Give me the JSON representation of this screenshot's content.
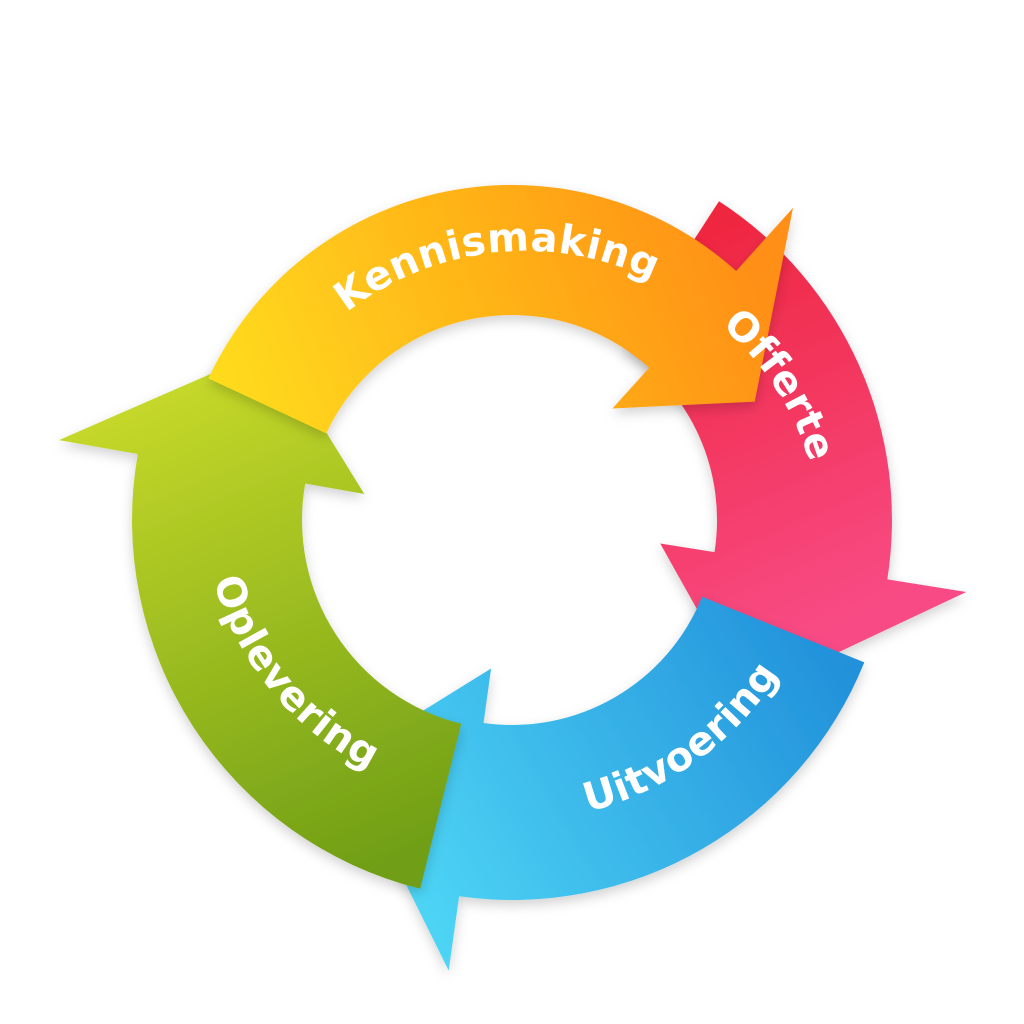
{
  "diagram": {
    "type": "cycle",
    "direction": "clockwise",
    "stages": [
      {
        "id": "kennismaking",
        "label": "Kennismaking",
        "color_start": "#FFE11E",
        "color_end": "#FF8F14"
      },
      {
        "id": "offerte",
        "label": "Offerte",
        "color_start": "#EE2034",
        "color_end": "#F84C86"
      },
      {
        "id": "uitvoering",
        "label": "Uitvoering",
        "color_start": "#1B86D6",
        "color_end": "#4FD7F6"
      },
      {
        "id": "oplevering",
        "label": "Oplevering",
        "color_start": "#6F9E16",
        "color_end": "#C8DA2A"
      }
    ]
  }
}
